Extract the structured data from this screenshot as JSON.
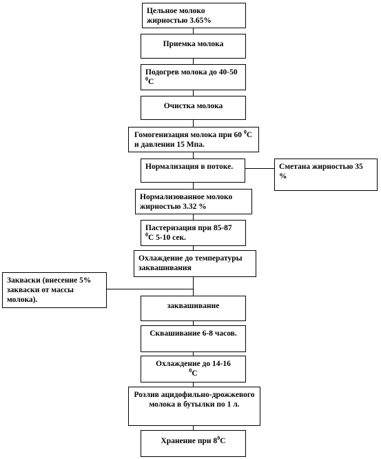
{
  "steps": {
    "s1": "Цельное молоко жирностью 3.65%",
    "s2": "Приемка молока",
    "s3_a": "Подогрев молока до 40-50",
    "s3_sup": "0",
    "s3_b": "С",
    "s4": "Очистка молока",
    "s5_a": "Гомогенизация молока при 60",
    "s5_sup": "0",
    "s5_b": "С и давлении 15 Мпа.",
    "s6": "Нормализация в потоке.",
    "s7": "Нормализованное молоко жирностью 3.32 %",
    "s8_a": "Пастеризация при 85-87",
    "s8_sup": "0",
    "s8_b": "С 5-10 сек.",
    "s9": "Охлаждение до температуры заквашивания",
    "s10": "заквашивание",
    "s11": "Сквашивание 6-8 часов.",
    "s12_a": "Охлаждение до 14-16",
    "s12_sup": "0",
    "s12_b": "С",
    "s13": "Розлив ацидофильно-дрожжевого молока в бутылки по 1 л.",
    "s14_a": "Хранение при 8",
    "s14_sup": "0",
    "s14_b": "С"
  },
  "side": {
    "cream": "Сметана жирностью 35 %",
    "starter": "Закваски (внесение 5% закваски от массы молока)."
  }
}
